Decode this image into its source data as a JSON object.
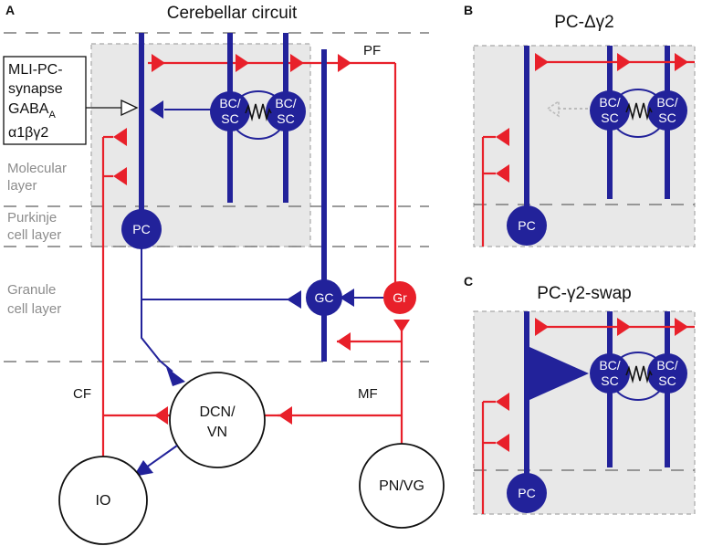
{
  "panels": {
    "a": {
      "letter": "A",
      "title": "Cerebellar circuit"
    },
    "b": {
      "letter": "B",
      "title": "PC-Δγ2"
    },
    "c": {
      "letter": "C",
      "title": "PC-γ2-swap"
    }
  },
  "layers": {
    "molecular": [
      "Molecular",
      "layer"
    ],
    "purkinje": [
      "Purkinje",
      "cell layer"
    ],
    "granule": [
      "Granule",
      "cell layer"
    ]
  },
  "synapse_box": {
    "line1": "MLI-PC-",
    "line2": "synapse",
    "line3_main": "GABA",
    "line3_sub": "A",
    "line4": "α1βγ2"
  },
  "cells": {
    "pc": "PC",
    "bc_sc": [
      "BC/",
      "SC"
    ],
    "gc": "GC",
    "gr": "Gr",
    "dcn": [
      "DCN/",
      "VN"
    ],
    "io": "IO",
    "pn": "PN/VG"
  },
  "fibers": {
    "pf": "PF",
    "cf": "CF",
    "mf": "MF"
  },
  "colors": {
    "blue": "#22229a",
    "red": "#e8202a",
    "gray_bg": "#e8e8e8",
    "dash": "#7a7a7a"
  }
}
